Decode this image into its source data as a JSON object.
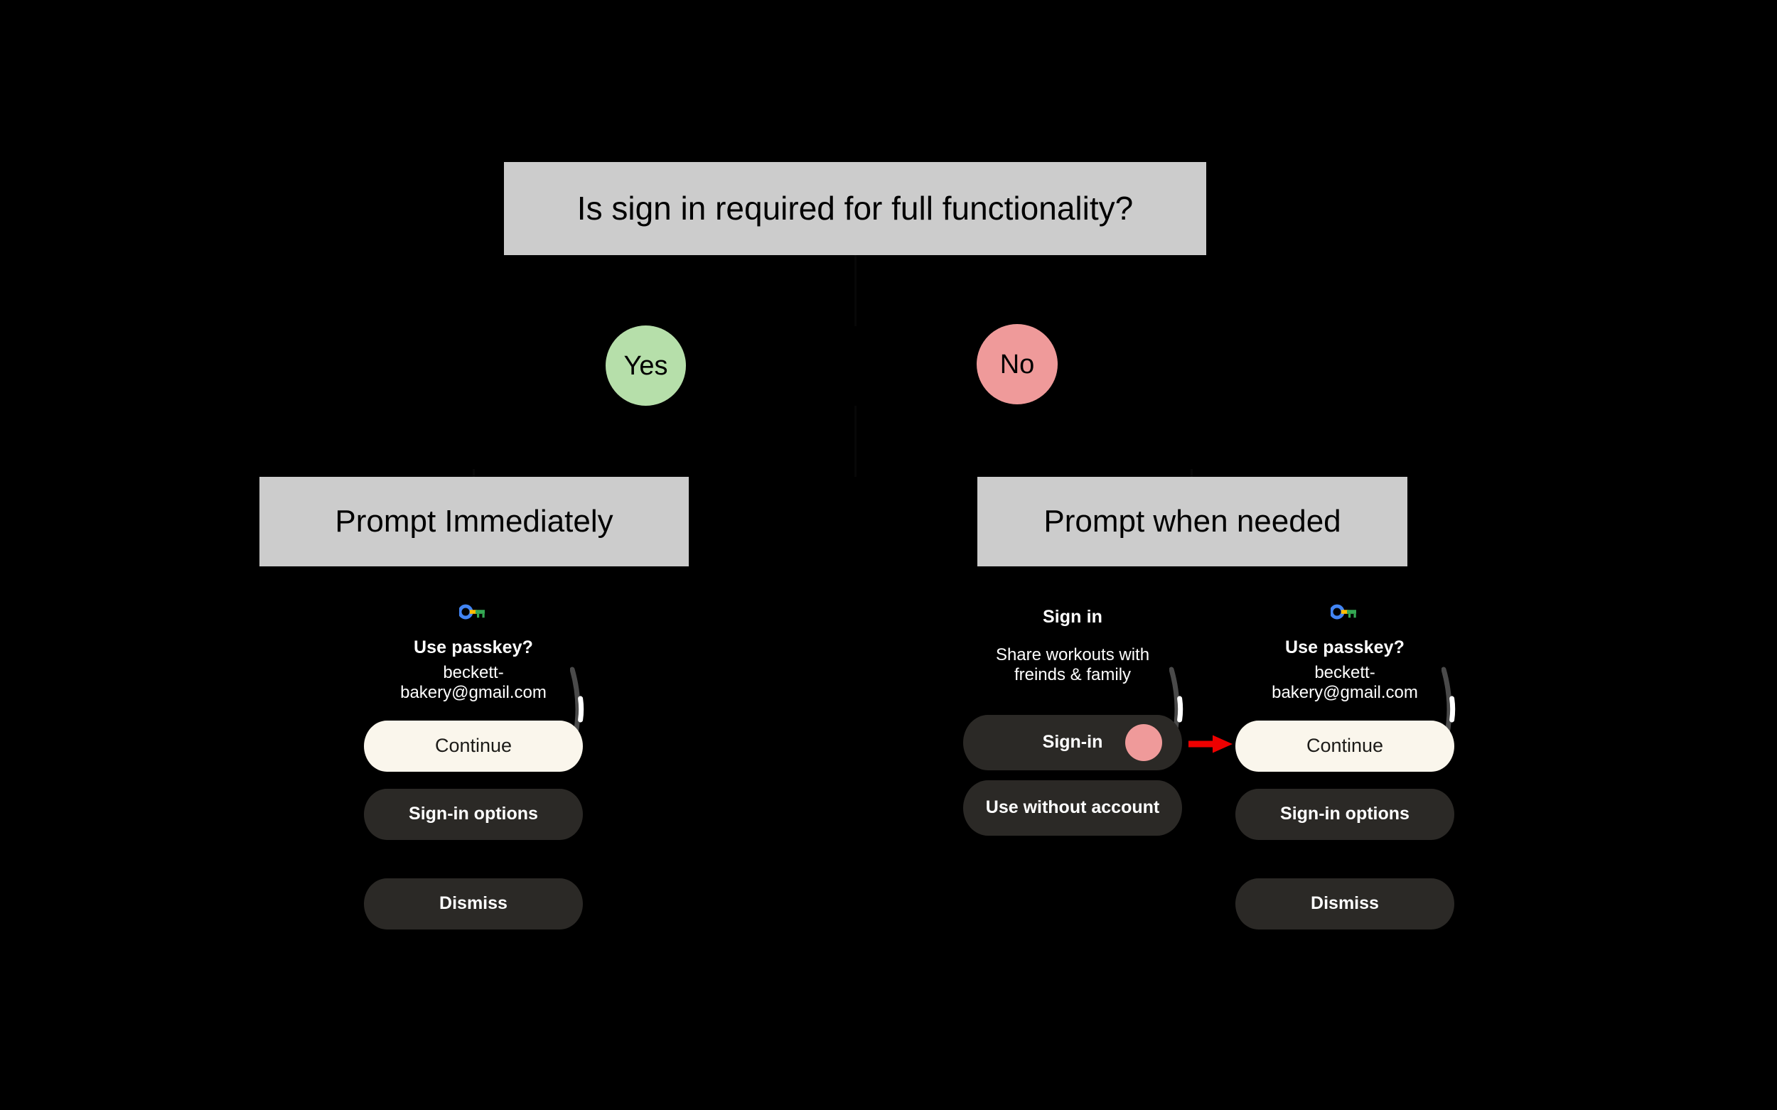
{
  "diagram": {
    "type": "decision-flowchart",
    "background_color": "#000000",
    "box_fill": "#cccccc",
    "title": "Is sign in required for full functionality?",
    "branches": [
      {
        "label": "Yes",
        "color": "#b6dfaa",
        "outcome": "Prompt Immediately"
      },
      {
        "label": "No",
        "color": "#ef9a9a",
        "outcome": "Prompt when needed"
      }
    ],
    "outcome_left": "Prompt Immediately",
    "outcome_right": "Prompt when needed"
  },
  "screens": {
    "left_passkey": {
      "icon": "google-passkey-icon",
      "title": "Use passkey?",
      "subtitle": "beckett-bakery@gmail.com",
      "buttons": [
        {
          "label": "Continue",
          "style": "primary"
        },
        {
          "label": "Sign-in options",
          "style": "secondary"
        },
        {
          "label": "Dismiss",
          "style": "secondary"
        }
      ]
    },
    "middle_signin": {
      "title": "Sign in",
      "subtitle": "Share workouts with freinds & family",
      "buttons": [
        {
          "label": "Sign-in",
          "style": "secondary",
          "badge_color": "#ef9a9a"
        },
        {
          "label": "Use without account",
          "style": "secondary"
        }
      ]
    },
    "right_passkey": {
      "icon": "google-passkey-icon",
      "title": "Use passkey?",
      "subtitle": "beckett-bakery@gmail.com",
      "buttons": [
        {
          "label": "Continue",
          "style": "primary"
        },
        {
          "label": "Sign-in options",
          "style": "secondary"
        },
        {
          "label": "Dismiss",
          "style": "secondary"
        }
      ]
    }
  },
  "annotation": {
    "arrow_color": "#ee0000",
    "arrow_points_to": "Continue"
  }
}
